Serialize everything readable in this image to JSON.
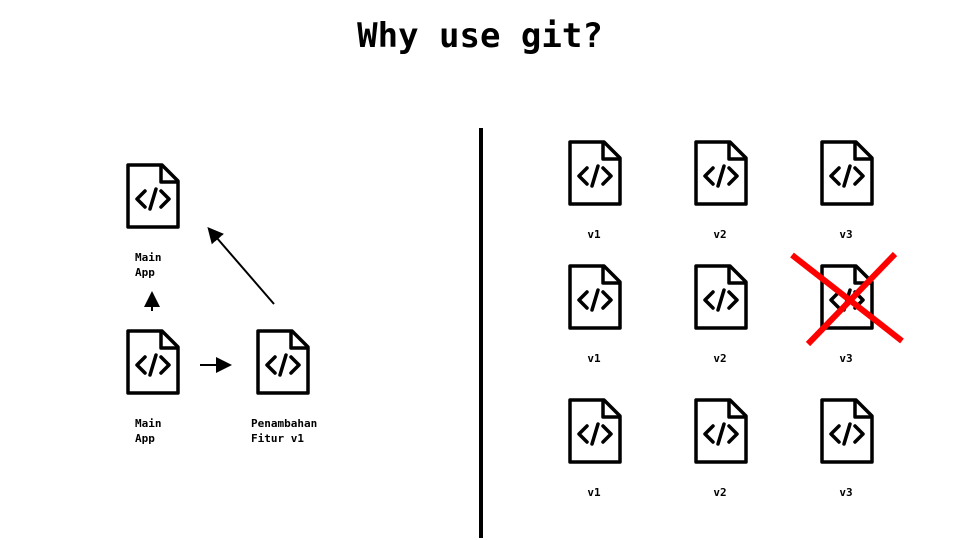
{
  "title": "Why use git?",
  "left": {
    "nodes": [
      {
        "label": "Main\nApp",
        "icon": "code-file-icon"
      },
      {
        "label": "Main\nApp",
        "icon": "code-file-icon"
      },
      {
        "label": "Penambahan\nFitur v1",
        "icon": "code-file-icon"
      }
    ]
  },
  "right": {
    "rows": [
      {
        "labels": [
          "v1",
          "v2",
          "v3"
        ]
      },
      {
        "labels": [
          "v1",
          "v2",
          "v3"
        ],
        "crossed": "v3"
      },
      {
        "labels": [
          "v1",
          "v2",
          "v3"
        ]
      }
    ],
    "cross_color": "#ff0000"
  }
}
